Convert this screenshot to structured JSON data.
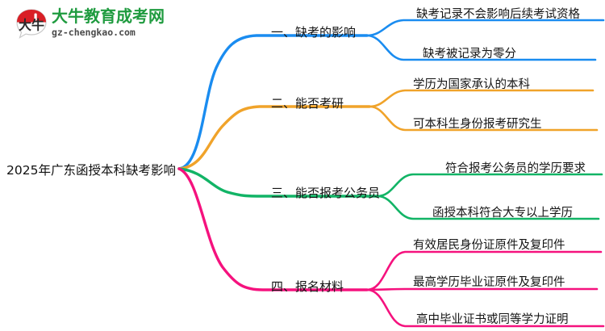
{
  "logo": {
    "mark_text": "大牛",
    "name": "大牛教育成考网",
    "url": "gz-chengkao.com",
    "brand_green": "#1f9b3f",
    "brand_red": "#d91f26"
  },
  "mindmap": {
    "root": "2025年广东函授本科缺考影响",
    "branches": [
      {
        "label": "一、缺考的影响",
        "color": "#1a8cf0",
        "leaves": [
          "缺考记录不会影响后续考试资格",
          "缺考被记录为零分"
        ]
      },
      {
        "label": "二、能否考研",
        "color": "#f0a32a",
        "leaves": [
          "学历为国家承认的本科",
          "可本科生身份报考研究生"
        ]
      },
      {
        "label": "三、能否报考公务员",
        "color": "#12b466",
        "leaves": [
          "符合报考公务员的学历要求",
          "函授本科符合大专以上学历"
        ]
      },
      {
        "label": "四、报名材料",
        "color": "#f5127e",
        "leaves": [
          "有效居民身份证原件及复印件",
          "最高学历毕业证原件及复印件",
          "高中毕业证书或同等学力证明"
        ]
      }
    ]
  }
}
